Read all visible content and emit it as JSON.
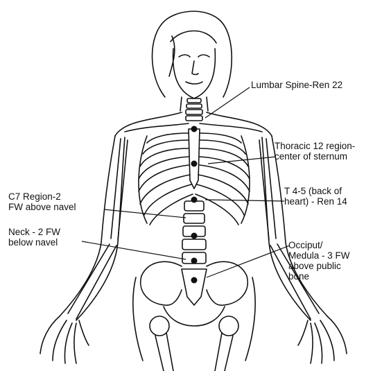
{
  "labels": {
    "lumbar": [
      "Lumbar Spine-Ren 22"
    ],
    "thoracic": [
      "Thoracic 12 region-",
      "center of sternum"
    ],
    "c7": [
      "C7 Region-2",
      "FW above navel"
    ],
    "t45": [
      "T 4-5 (back of",
      "heart) - Ren 14"
    ],
    "neck": [
      "Neck - 2 FW",
      "below navel"
    ],
    "occiput": [
      "Occiput/",
      "Medula - 3 FW",
      "above  public",
      "bone"
    ]
  },
  "colors": {
    "ink": "#111111",
    "background": "#ffffff"
  }
}
